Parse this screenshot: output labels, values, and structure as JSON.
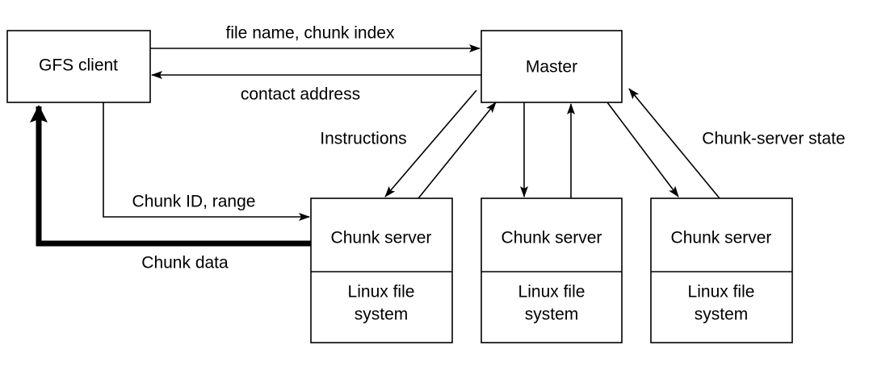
{
  "nodes": {
    "client": "GFS client",
    "master": "Master",
    "servers": [
      {
        "server": "Chunk server",
        "fs_line1": "Linux file",
        "fs_line2": "system"
      },
      {
        "server": "Chunk server",
        "fs_line1": "Linux file",
        "fs_line2": "system"
      },
      {
        "server": "Chunk server",
        "fs_line1": "Linux file",
        "fs_line2": "system"
      }
    ]
  },
  "edges": {
    "request": "file name, chunk index",
    "reply": "contact address",
    "instructions": "Instructions",
    "state": "Chunk-server state",
    "chunk_request": "Chunk ID, range",
    "chunk_data": "Chunk data"
  }
}
